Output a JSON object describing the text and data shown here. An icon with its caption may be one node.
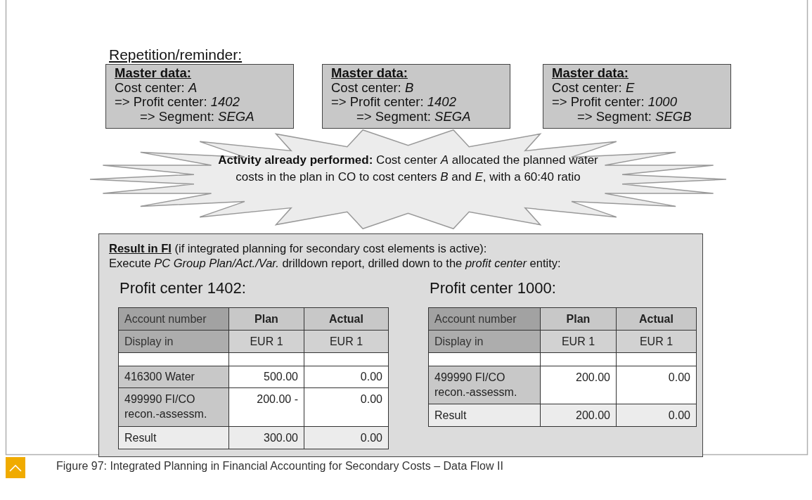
{
  "diagram": {
    "title": "Repetition/reminder:",
    "caption": "Figure 97: Integrated Planning in Financial Accounting for Secondary Costs – Data Flow II",
    "nodes": [
      {
        "text": [
          "Master data:",
          "Cost center: *A*",
          "=> Profit center: *1402*",
          "=> Segment: *SEGA*"
        ]
      },
      {
        "text": [
          "Master data:",
          "Cost center: *B*",
          "=> Profit center: *1402*",
          "=> Segment: *SEGA*"
        ]
      },
      {
        "text": [
          "Master data:",
          "Cost center: *E*",
          "=> Profit center: *1000*",
          "=> Segment: *SEGB*"
        ]
      },
      {
        "text": [
          "**Activity already performed:** Cost center *A* allocated the planned water costs in the plan in CO to cost centers *B* and *E*, with a 60:40 ratio"
        ]
      },
      {
        "text": [
          "**Result in FI** (if integrated planning for secondary cost elements is active):",
          "Execute *PC Group Plan/Act./Var.* drilldown report, drilled down to the *profit center* entity:"
        ]
      }
    ],
    "labels": [
      "Profit center 1402:",
      "Account number",
      "Plan",
      "Actual",
      "Display in",
      "EUR 1",
      "EUR 1",
      "416300 Water",
      "500.00",
      "0.00",
      "499990 FI/CO recon.-assessm.",
      "200.00 -",
      "0.00",
      "Result",
      "300.00",
      "0.00",
      "Profit center 1000:",
      "Account number",
      "Plan",
      "Actual",
      "Display in",
      "EUR 1",
      "EUR 1",
      "499990 FI/CO recon.-assessm.",
      "200.00",
      "0.00",
      "Result",
      "200.00",
      "0.00"
    ]
  }
}
